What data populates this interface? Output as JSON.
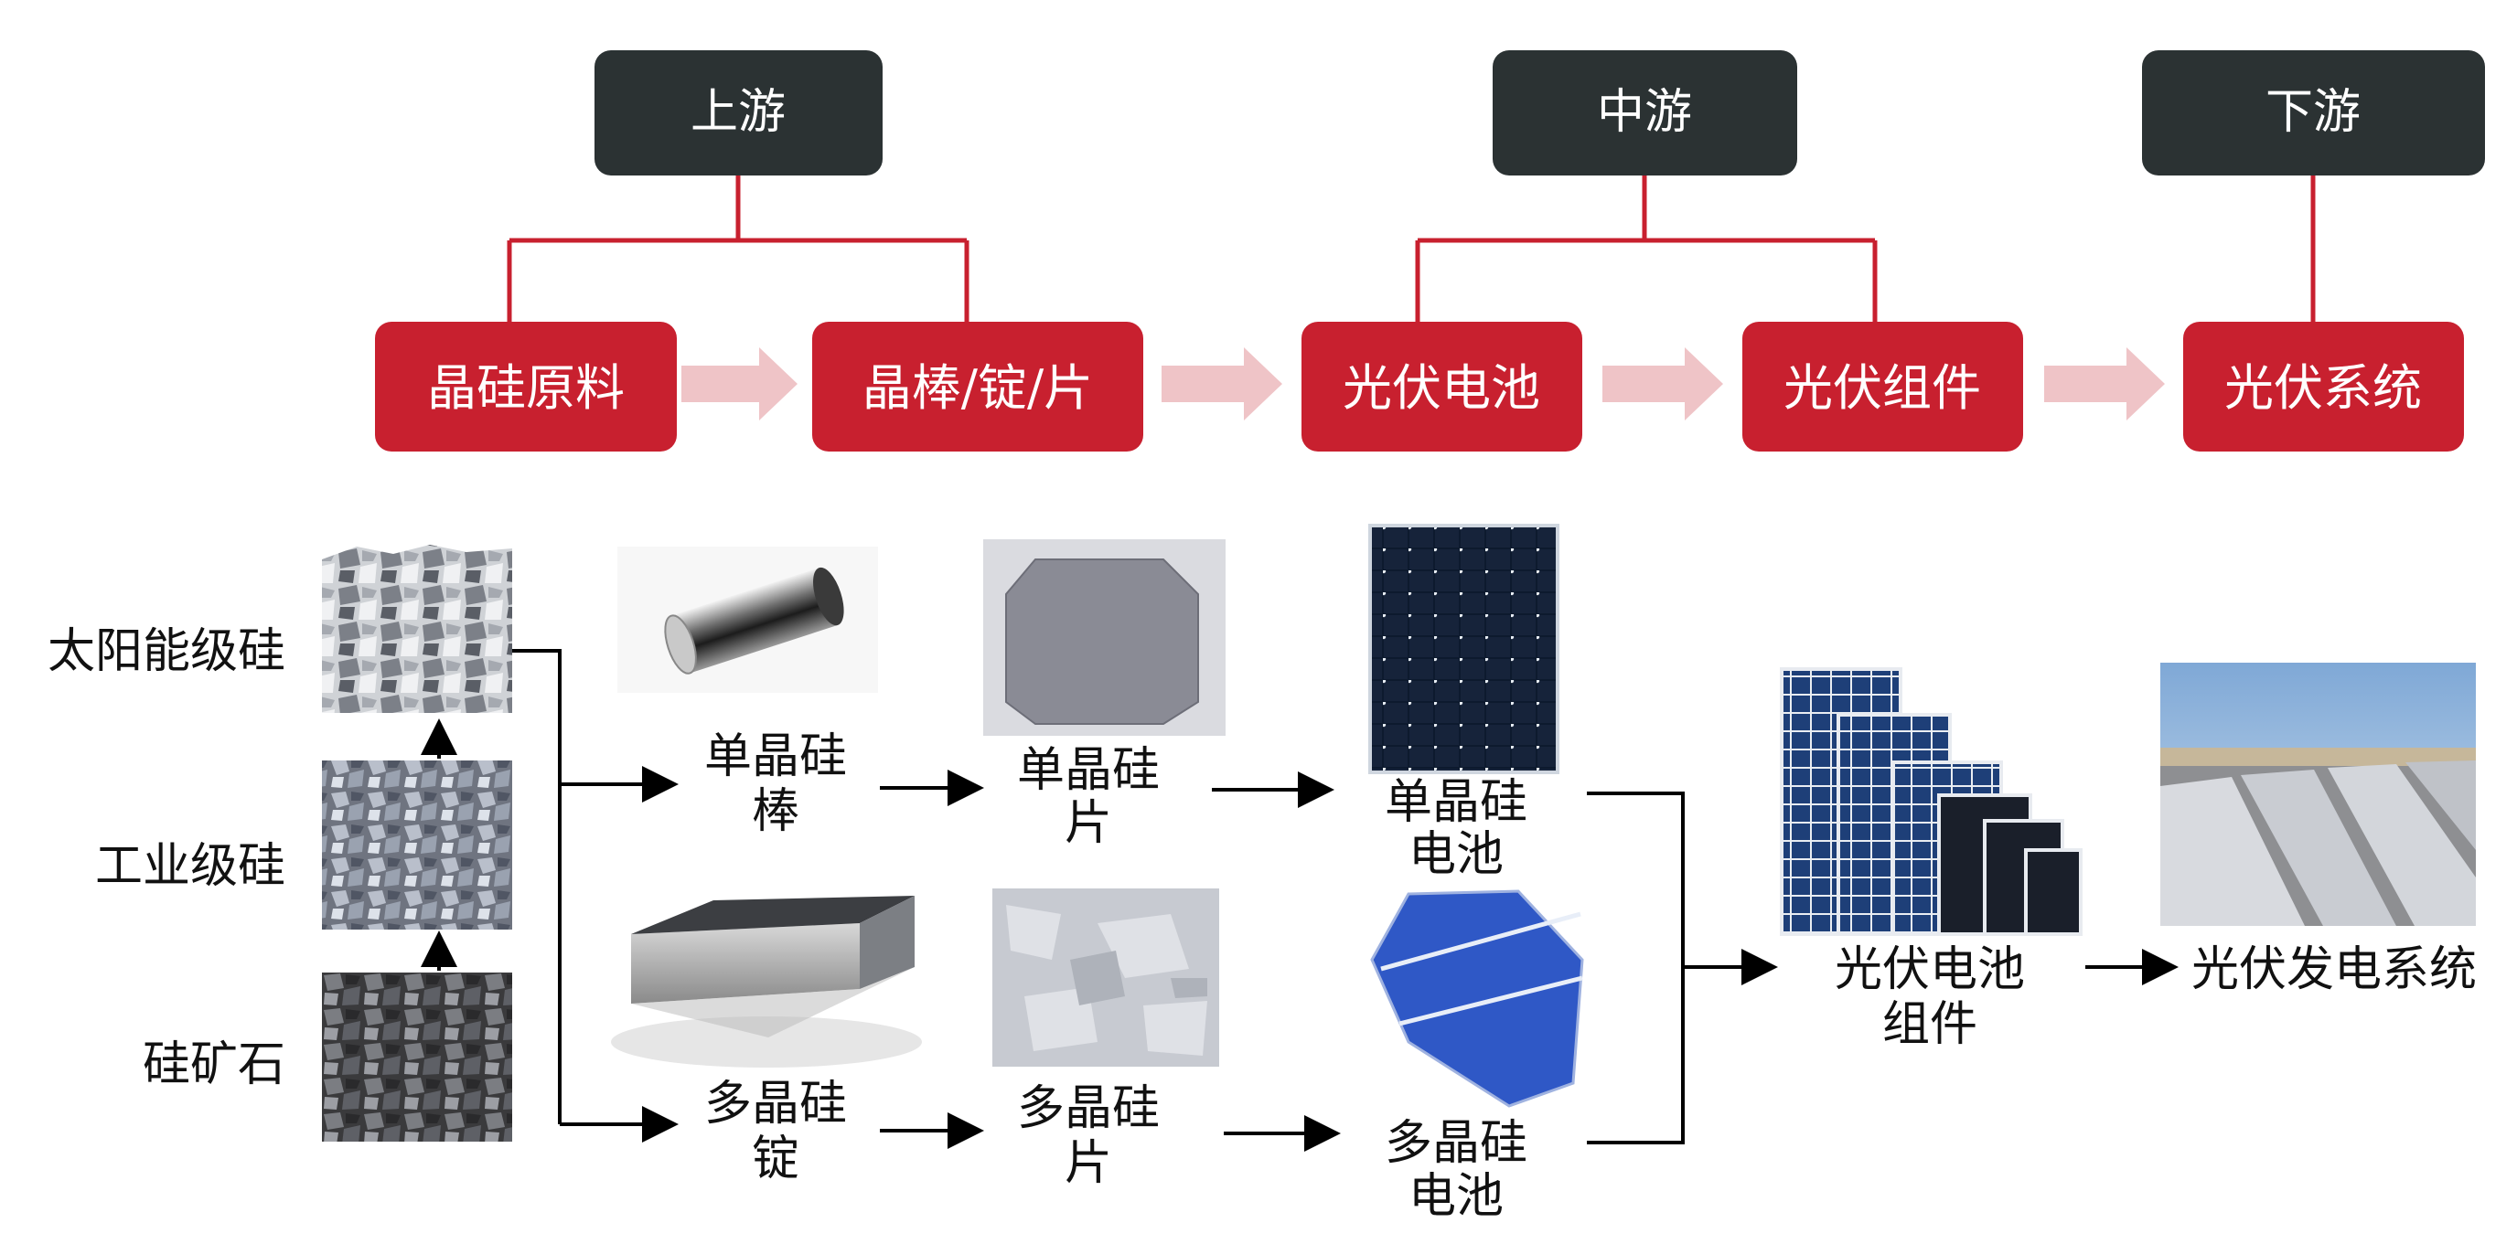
{
  "colors": {
    "stage_box": "#2b3233",
    "step_box": "#c8202f",
    "connector": "#c8202f",
    "chevron": "#efc4c7",
    "arrow": "#000000"
  },
  "stages": {
    "upstream": "上游",
    "midstream": "中游",
    "downstream": "下游"
  },
  "steps": [
    "晶硅原料",
    "晶棒/锭/片",
    "光伏电池",
    "光伏组件",
    "光伏系统"
  ],
  "materials": {
    "solar_grade": "太阳能级硅",
    "industrial_grade": "工业级硅",
    "ore": "硅矿石"
  },
  "mono": {
    "rod": [
      "单晶硅",
      "棒"
    ],
    "wafer": [
      "单晶硅",
      "片"
    ],
    "cell": [
      "单晶硅",
      "电池"
    ]
  },
  "poly": {
    "ingot": [
      "多晶硅",
      "锭"
    ],
    "wafer": [
      "多晶硅",
      "片"
    ],
    "cell": [
      "多晶硅",
      "电池"
    ]
  },
  "module": [
    "光伏电池",
    "组件"
  ],
  "system": "光伏发电系统",
  "icons": {
    "solar_grade_photo": "silicon-chunks-photo",
    "industrial_grade_photo": "silicon-lumps-photo",
    "ore_photo": "ore-rocks-photo",
    "mono_rod_photo": "silicon-rod-photo",
    "mono_wafer_photo": "mono-wafer-photo",
    "mono_cell_photo": "mono-cell-photo",
    "poly_ingot_photo": "poly-ingot-photo",
    "poly_wafer_photo": "poly-wafer-photo",
    "poly_cell_photo": "poly-cell-photo",
    "module_photo": "solar-panels-photo",
    "system_photo": "solar-farm-photo"
  }
}
